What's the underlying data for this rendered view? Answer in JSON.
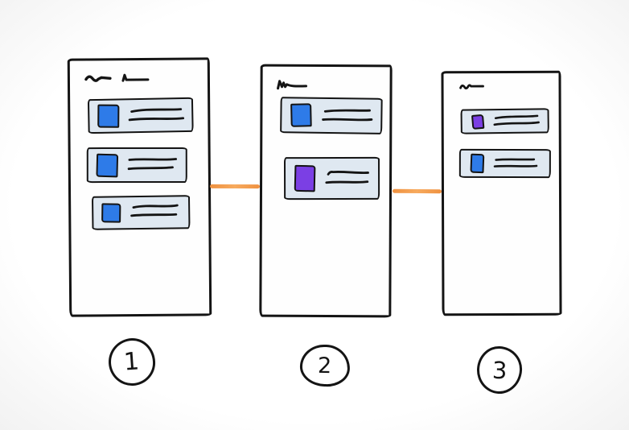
{
  "colors": {
    "ink": "#141414",
    "card-bg": "#dfe8f1",
    "blue": "#2e7be8",
    "purple": "#7b3fe4",
    "orange": "#ef9140",
    "canvas-bg": "#ffffff"
  },
  "panels": [
    {
      "label": "1",
      "cards": [
        {
          "square_color": "blue"
        },
        {
          "square_color": "blue"
        },
        {
          "square_color": "blue"
        }
      ]
    },
    {
      "label": "2",
      "cards": [
        {
          "square_color": "blue"
        },
        {
          "square_color": "purple"
        }
      ]
    },
    {
      "label": "3",
      "cards": [
        {
          "square_color": "purple"
        },
        {
          "square_color": "blue"
        }
      ]
    }
  ]
}
